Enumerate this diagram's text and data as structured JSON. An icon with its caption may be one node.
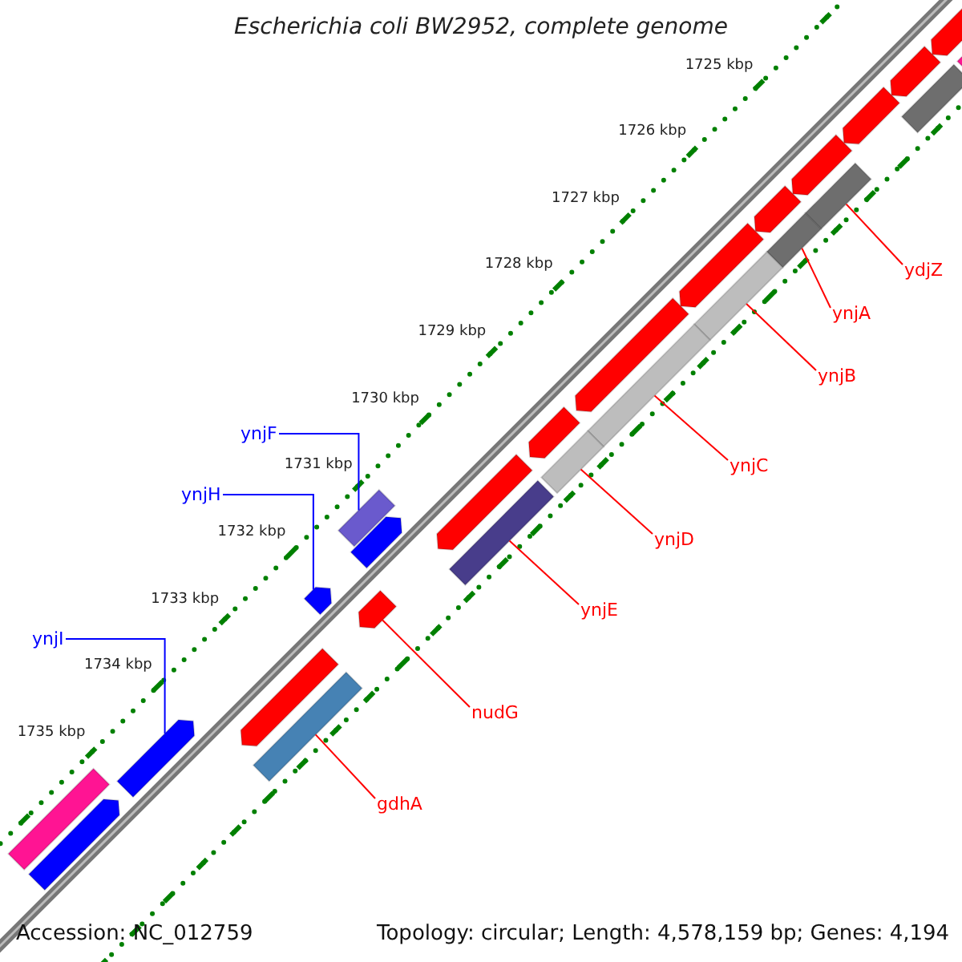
{
  "diagram": {
    "title": "Escherichia coli BW2952, complete genome",
    "nodes": [
      {
        "text": [
          "ydjZ"
        ]
      },
      {
        "text": [
          "ynjA"
        ]
      },
      {
        "text": [
          "ynjB"
        ]
      },
      {
        "text": [
          "ynjC"
        ]
      },
      {
        "text": [
          "ynjD"
        ]
      },
      {
        "text": [
          "ynjE"
        ]
      },
      {
        "text": [
          "nudG"
        ]
      },
      {
        "text": [
          "gdhA"
        ]
      },
      {
        "text": [
          "ynjF"
        ]
      },
      {
        "text": [
          "ynjH"
        ]
      },
      {
        "text": [
          "ynjI"
        ]
      },
      {
        "text": [],
        "shape": "bar"
      },
      {
        "text": [],
        "shape": "bar"
      },
      {
        "text": [],
        "shape": "bar"
      },
      {
        "text": [],
        "shape": "bar"
      },
      {
        "text": [],
        "shape": "bar"
      },
      {
        "text": [],
        "shape": "bar"
      },
      {
        "text": [],
        "shape": "arrow"
      },
      {
        "text": [],
        "shape": "bar"
      },
      {
        "text": [],
        "shape": "bar"
      },
      {
        "text": [],
        "shape": "arrow"
      },
      {
        "text": [],
        "shape": "arrow"
      },
      {
        "text": [],
        "shape": "arrow"
      },
      {
        "text": [],
        "shape": "arrow"
      },
      {
        "text": [],
        "shape": "arrow"
      },
      {
        "text": [],
        "shape": "arrow"
      },
      {
        "text": [],
        "shape": "arrow"
      },
      {
        "text": [],
        "shape": "arrow"
      },
      {
        "text": [],
        "shape": "arrow"
      },
      {
        "text": [],
        "shape": "arrow"
      },
      {
        "text": [],
        "shape": "arrow"
      },
      {
        "text": [],
        "shape": "arrow"
      },
      {
        "text": [],
        "shape": "bar"
      },
      {
        "text": [],
        "shape": "bar"
      },
      {
        "text": [],
        "shape": "arrow"
      },
      {
        "text": [],
        "shape": "bar"
      },
      {
        "text": [],
        "shape": "arrow"
      }
    ],
    "edges": [
      {
        "from": 0,
        "to": 11,
        "arrow": "none"
      },
      {
        "from": 1,
        "to": 12,
        "arrow": "none"
      },
      {
        "from": 2,
        "to": 13,
        "arrow": "none"
      },
      {
        "from": 3,
        "to": 14,
        "arrow": "none"
      },
      {
        "from": 4,
        "to": 15,
        "arrow": "none"
      },
      {
        "from": 5,
        "to": 16,
        "arrow": "none"
      },
      {
        "from": 6,
        "to": 17,
        "arrow": "none"
      },
      {
        "from": 7,
        "to": 18,
        "arrow": "none"
      },
      {
        "from": 8,
        "to": 19,
        "arrow": "none",
        "color": "#0000ff"
      },
      {
        "from": 9,
        "to": 20,
        "arrow": "none",
        "color": "#0000ff"
      },
      {
        "from": 10,
        "to": 21,
        "arrow": "none",
        "color": "#0000ff"
      }
    ],
    "labels": [
      "1725 kbp",
      "1726 kbp",
      "1727 kbp",
      "1728 kbp",
      "1729 kbp",
      "1730 kbp",
      "1731 kbp",
      "1732 kbp",
      "1733 kbp",
      "1734 kbp",
      "1735 kbp",
      "Accession: NC_012759",
      "Topology: circular; Length: 4,578,159 bp; Genes: 4,194"
    ]
  }
}
